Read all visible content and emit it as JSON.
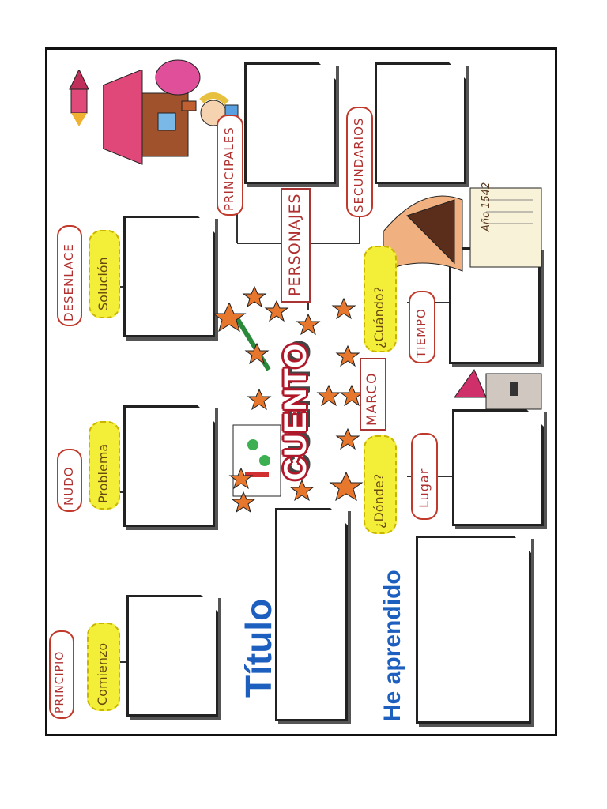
{
  "labels": {
    "titulo": "Título",
    "aprendido": "He aprendido",
    "cuento": "CUENTO",
    "personajes": "PERSONAJES",
    "principales": "PRINCIPALES",
    "secundarios": "SECUNDARIOS",
    "marco": "MARCO",
    "tiempo": "TIEMPO",
    "cuando": "¿Cuándo?",
    "lugar": "Lugar",
    "donde": "¿Dónde?",
    "principio": "PRINCIPIO",
    "comienzo": "Comienzo",
    "nudo": "NUDO",
    "problema": "Problema",
    "desenlace": "DESENLACE",
    "solucion": "Solución",
    "scroll_ano": "Año",
    "scroll_year": "1542"
  },
  "colors": {
    "title_blue": "#1c5fbf",
    "tag_red": "#c0392b",
    "cloud_yellow": "#f3ef38",
    "star_orange": "#e8772e"
  },
  "icons": [
    "rocket-icon",
    "house-icon",
    "balloon-icon",
    "girl-icon",
    "book-icon",
    "magic-wand-icon",
    "scroll-icon",
    "castle-icon",
    "star-icon"
  ]
}
